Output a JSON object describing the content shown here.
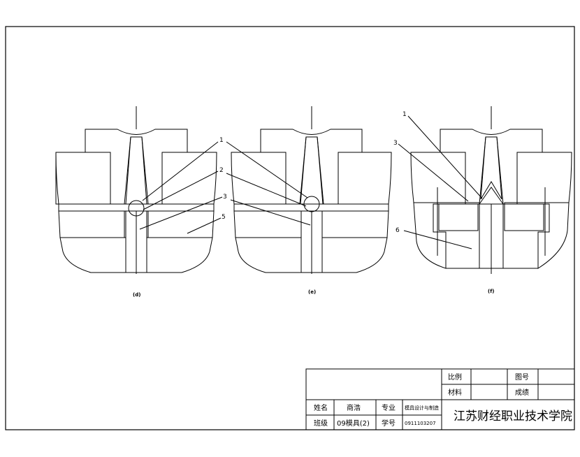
{
  "colors": {
    "line": "#000000",
    "background": "#ffffff"
  },
  "views": [
    {
      "caption": "(d)",
      "labels": [
        "1",
        "2",
        "3",
        "5"
      ]
    },
    {
      "caption": "(e)"
    },
    {
      "caption": "(f)",
      "labels": [
        "1",
        "3",
        "6"
      ]
    }
  ],
  "title_block": {
    "scale_label": "比例",
    "drawing_no_label": "图号",
    "material_label": "材料",
    "grade_label": "成绩",
    "name_label": "姓名",
    "name_value": "商浩",
    "major_label": "专业",
    "major_value": "模具设计与制造",
    "class_label": "班级",
    "class_value": "09模具(2)",
    "student_no_label": "学号",
    "student_no_value": "0911103207",
    "school": "江苏财经职业技术学院"
  }
}
